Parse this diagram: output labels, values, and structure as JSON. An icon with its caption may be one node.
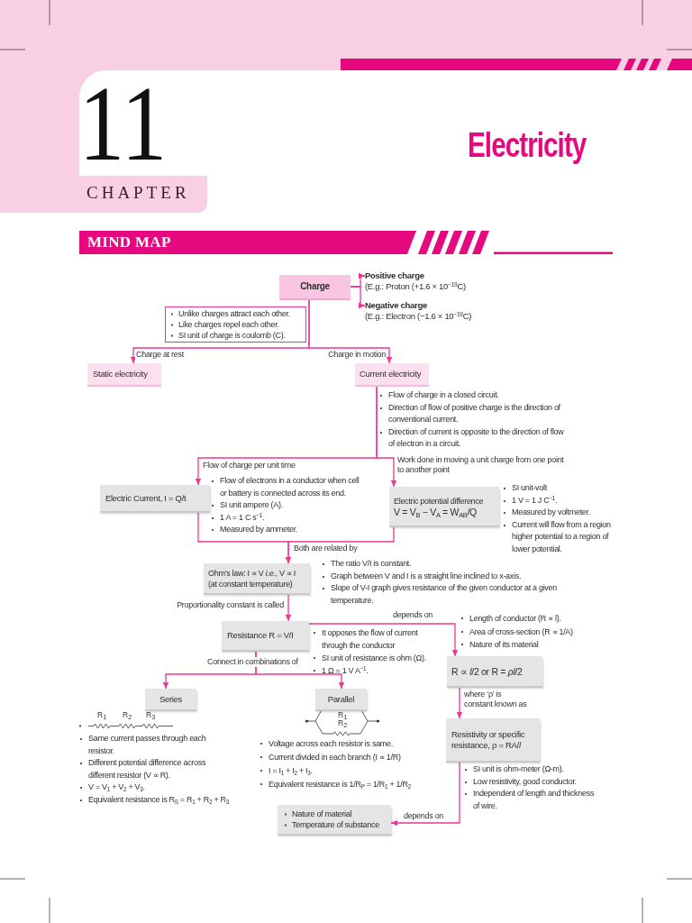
{
  "diagram": {
    "title": "Electricity",
    "nodes": [
      {
        "text": [
          "Charge"
        ]
      },
      {
        "text": [
          "Positive charge",
          "(E.g.: Proton (+1.6 × 10$^{−19}$C)"
        ]
      },
      {
        "text": [
          "Negative charge",
          "(E.g.: Electron (−1.6 × 10$^{−19}$C)"
        ]
      },
      {
        "text": [
          "Unlike charges attract each other.",
          "Like charges repel each other.",
          "SI unit of charge is coulomb (C)."
        ]
      },
      {
        "text": [
          "Static electricity"
        ]
      },
      {
        "text": [
          "Current electricity"
        ],
        "beside": [
          "Flow of charge in a closed circuit.",
          "Direction of flow of positive charge is the direction of conventional current.",
          "Direction of current is opposite to the direction of flow of electron in a circuit."
        ]
      },
      {
        "text": [
          "Electric Current, I = Q/t"
        ],
        "beside": [
          "Flow of electrons in a conductor when cell or battery is connected across its end.",
          "SI unit ampere (A).",
          "1 A = 1 C s$^{−1}$.",
          "Measured by ammeter."
        ]
      },
      {
        "text": [
          "Electric potential difference",
          "V = V$_{B}$ − V$_{A}$ = W$_{AB}$/Q"
        ],
        "beside": [
          "SI unit-volt",
          "1 V = 1 J C$^{−1}$.",
          "Measured by voltmeter.",
          "Current will flow from a region higher potential to a region of lower potential."
        ]
      },
      {
        "text": [
          "Ohm’s law: I ∝ V *i.e.*, V ∝ I (at constant temperature)"
        ],
        "beside": [
          "The ratio V/I is constant.",
          "Graph between V and I is a straight line inclined to x-axis.",
          "Slope of V-I graph gives resistance of the given conductor at a given temperature."
        ]
      },
      {
        "text": [
          "Resistance R = V/I"
        ],
        "beside": [
          "It opposes the flow of current through the conductor",
          "SI unit of resistance is ohm (Ω).",
          "1 Ω = 1 V A$^{−1}$."
        ]
      },
      {
        "text": [
          "R ∝ *l*/2 or R = *ρl*/2"
        ],
        "beside": [
          "Length of conductor (R ∝ l).",
          "Area of cross-section (R ∝ 1/A)",
          "Nature of its material"
        ]
      },
      {
        "text": [
          "Series"
        ],
        "beside": [
          "Same current passes through each resistor.",
          "Different potential difference across different resistor (V ∝ R).",
          "V = V$_{1}$ + V$_{2}$ + V$_{3}$.",
          "Equivalent resistance is R$_{S}$ = R$_{1}$ + R$_{2}$ + R$_{3}$"
        ]
      },
      {
        "text": [
          "Parallel"
        ],
        "beside": [
          "Voltage across each resistor is same.",
          "Current divided in each branch (I ∝ 1/R)",
          "I = I$_{1}$ + I$_{2}$ + I$_{3}$.",
          "Equivalent resistance is 1/R$_{P}$ = 1/R$_{1}$ + 1/R$_{2}$"
        ]
      },
      {
        "text": [
          "Resistivity or specific resistance, ρ = RA/*l*"
        ],
        "beside": [
          "SI unit is ohm-meter (Ω-m).",
          "Low resistivity, good conductor.",
          "Independent of length and thickness of wire."
        ]
      },
      {
        "text": [
          "Nature of material",
          "Temperature of substance"
        ]
      }
    ],
    "edges": [
      {
        "from": 0,
        "to": 1,
        "arrow": "to"
      },
      {
        "from": 0,
        "to": 2,
        "arrow": "to"
      },
      {
        "from": 0,
        "to": 4,
        "arrow": "to",
        "label": "Charge at rest"
      },
      {
        "from": 0,
        "to": 5,
        "arrow": "to",
        "label": "Charge in motion"
      },
      {
        "from": 5,
        "to": 6,
        "arrow": "to",
        "label": "Flow of charge per unit time"
      },
      {
        "from": 5,
        "to": 7,
        "arrow": "to",
        "label": "Work done in moving a unit charge from one point to another point"
      },
      {
        "from": 6,
        "to": 8,
        "arrow": "to",
        "label": "Both are related by"
      },
      {
        "from": 7,
        "to": 8,
        "arrow": "to"
      },
      {
        "from": 8,
        "to": 9,
        "arrow": "to",
        "label": "Proportionality constant is called"
      },
      {
        "from": 9,
        "to": 10,
        "arrow": "to",
        "label": "depends on"
      },
      {
        "from": 9,
        "to": 11,
        "arrow": "to",
        "label": "Connect in combinations of"
      },
      {
        "from": 9,
        "to": 12,
        "arrow": "to"
      },
      {
        "from": 10,
        "to": 13,
        "arrow": "to",
        "label": "where ‘ρ’ is constant known as"
      },
      {
        "from": 13,
        "to": 14,
        "arrow": "to",
        "label": "depends on"
      }
    ],
    "labels": [
      "11",
      "CHAPTER",
      "MIND MAP",
      "R$_{1}$",
      "R$_{2}$",
      "R$_{3}$",
      "R$_{1}$",
      "R$_{2}$"
    ]
  }
}
